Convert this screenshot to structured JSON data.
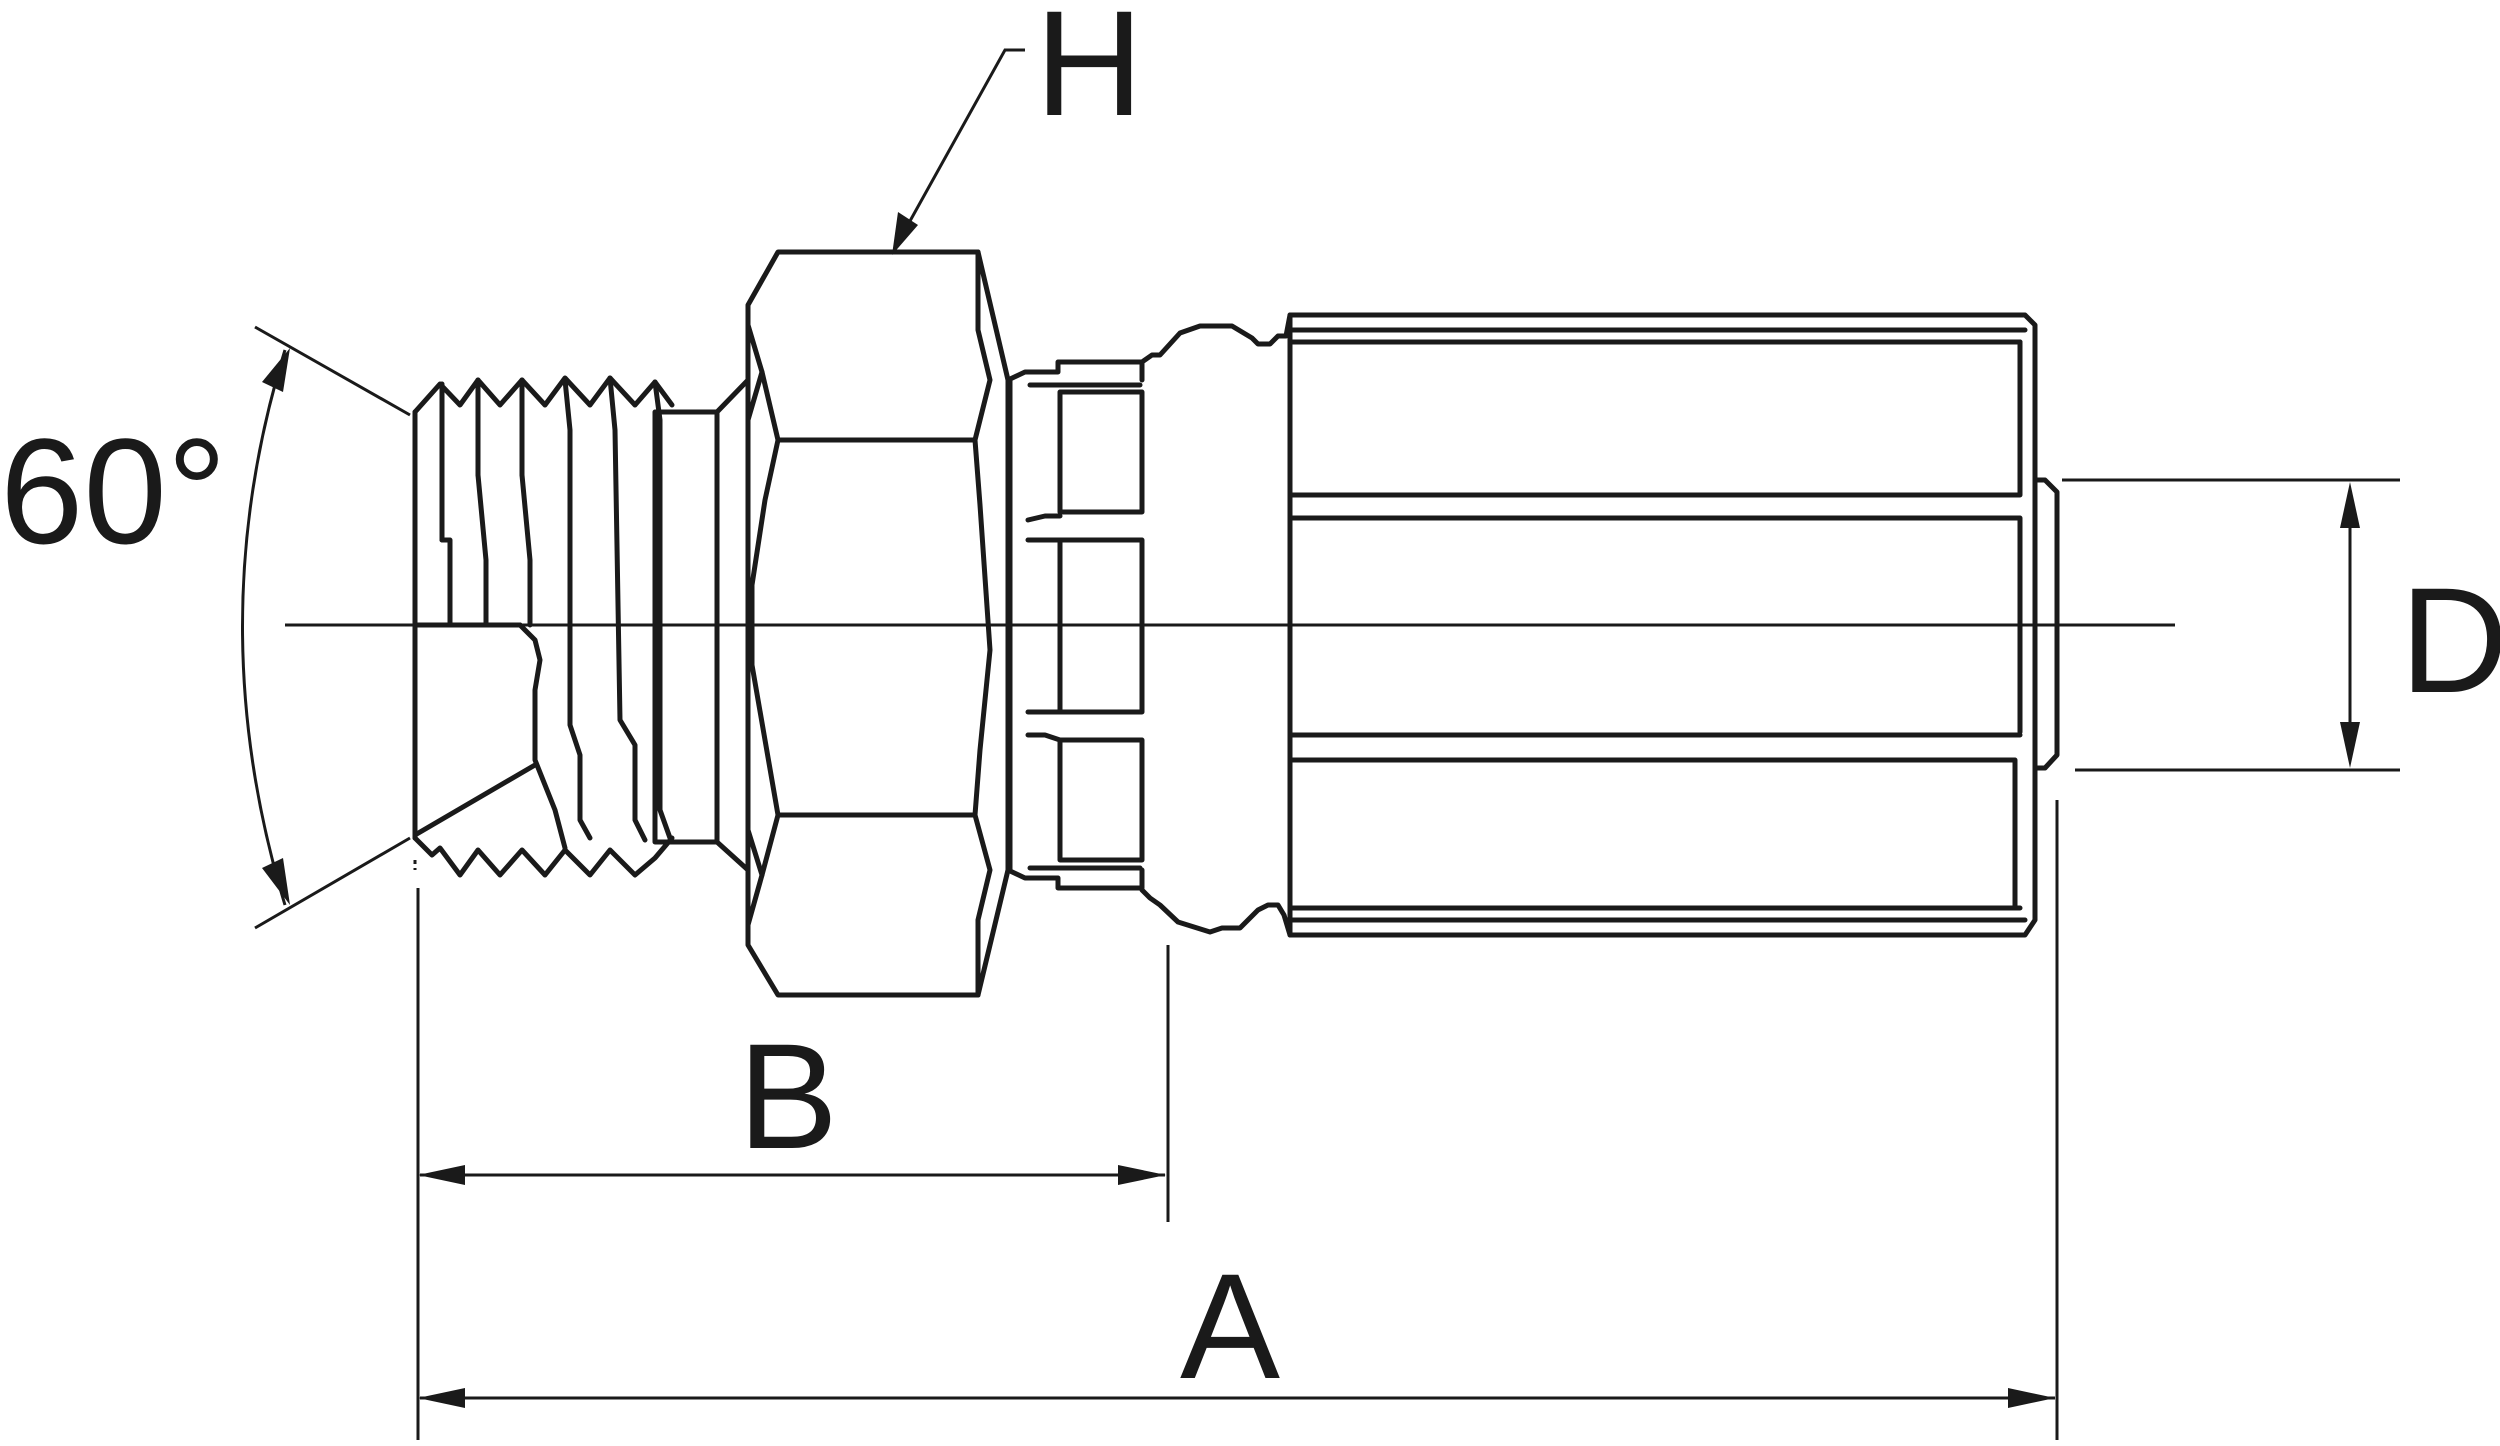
{
  "labels": {
    "angle": "60°",
    "hex": "H",
    "length_b": "B",
    "length_a": "A",
    "diameter": "D"
  },
  "colors": {
    "line": "#1a1a1a",
    "background": "#ffffff"
  }
}
